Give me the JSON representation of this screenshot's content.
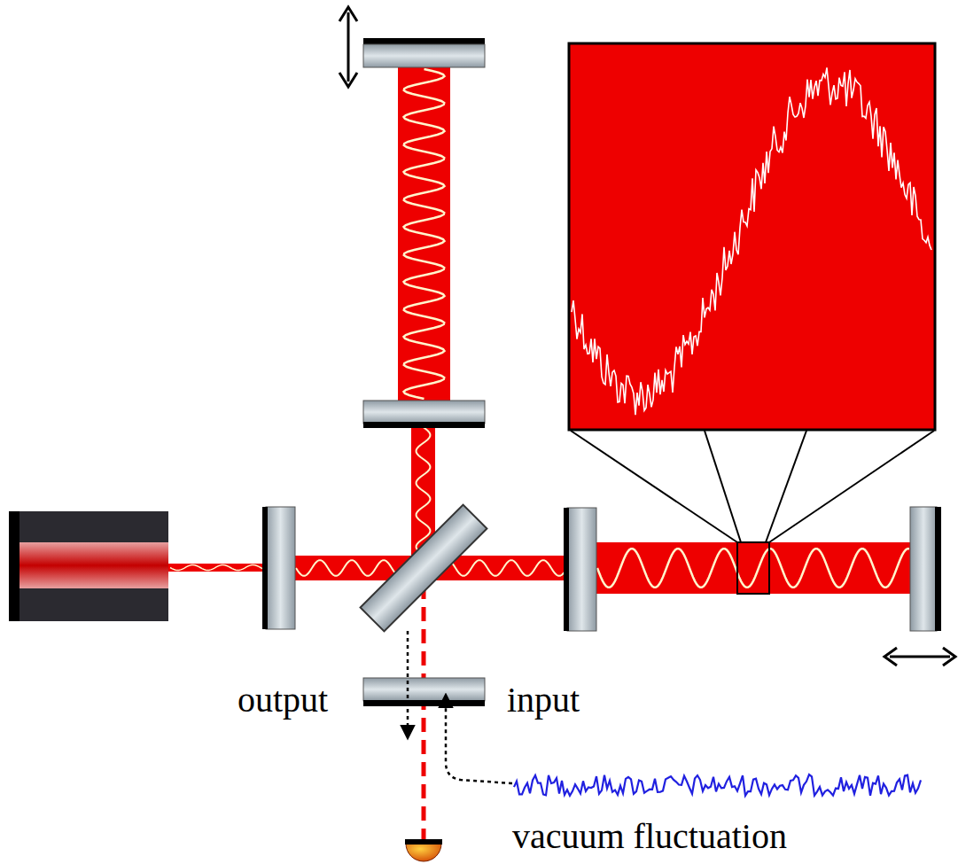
{
  "diagram": {
    "labels": [
      "output",
      "input",
      "vacuum fluctuation"
    ]
  }
}
